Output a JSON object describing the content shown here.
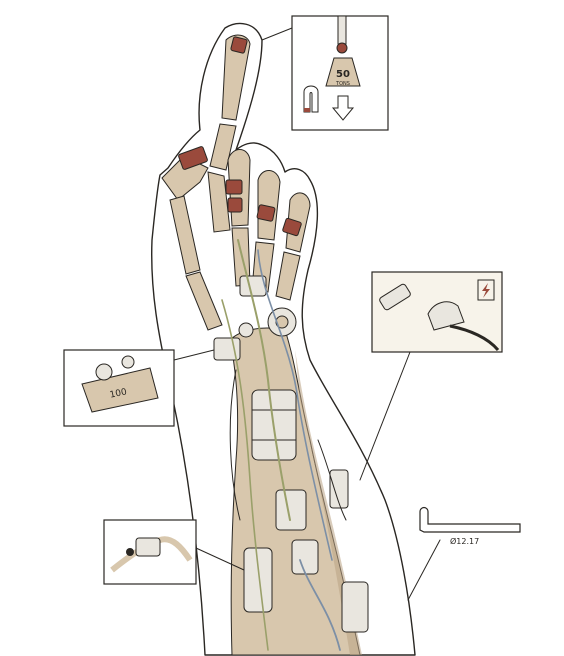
{
  "artwork": {
    "subject": "mechanical-arm-sketch",
    "colors": {
      "ink": "#2a2723",
      "skin": "#ffffff",
      "bone": "#d8c7ad",
      "bone_dark": "#b9a283",
      "metal": "#e9e6df",
      "red": "#9a4a3c",
      "green": "#9aa06a",
      "blue": "#7c8fa6",
      "panel": "#f7f3ea"
    }
  },
  "insets": {
    "weight": {
      "value_label": "50",
      "unit_label": "TONS"
    },
    "money": {
      "note_label": "100"
    },
    "hex_key": {
      "signature": "Ø12.17"
    }
  }
}
